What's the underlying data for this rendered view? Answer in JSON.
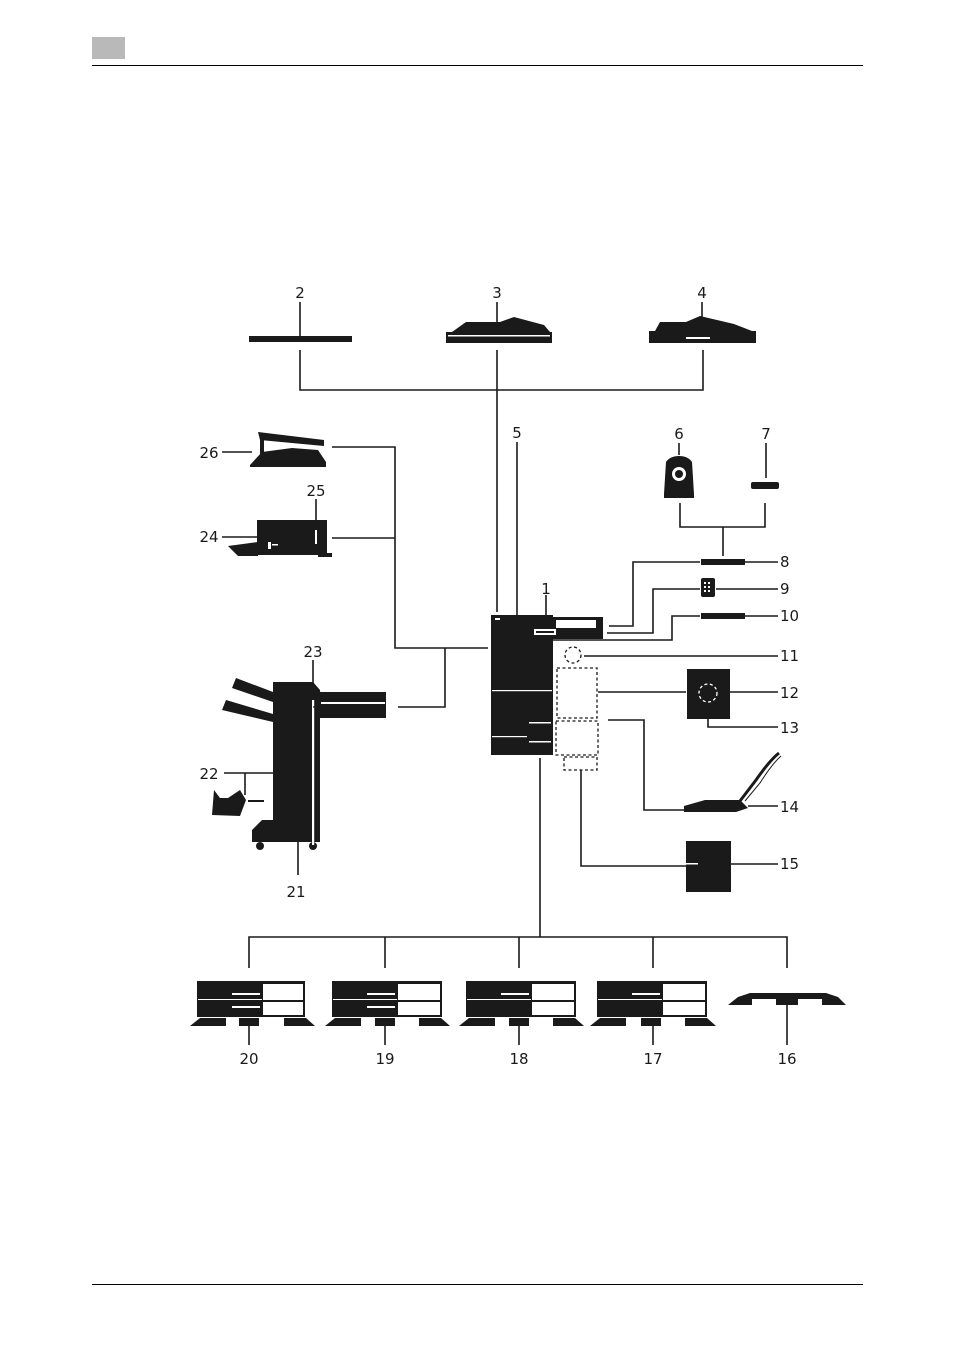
{
  "page": {
    "header_tab_color": "#b9b9b9",
    "ink_color": "#1a1a1a"
  },
  "diagram": {
    "callouts": [
      "1",
      "2",
      "3",
      "4",
      "5",
      "6",
      "7",
      "8",
      "9",
      "10",
      "11",
      "12",
      "13",
      "14",
      "15",
      "16",
      "17",
      "18",
      "19",
      "20",
      "21",
      "22",
      "23",
      "24",
      "25",
      "26"
    ]
  }
}
